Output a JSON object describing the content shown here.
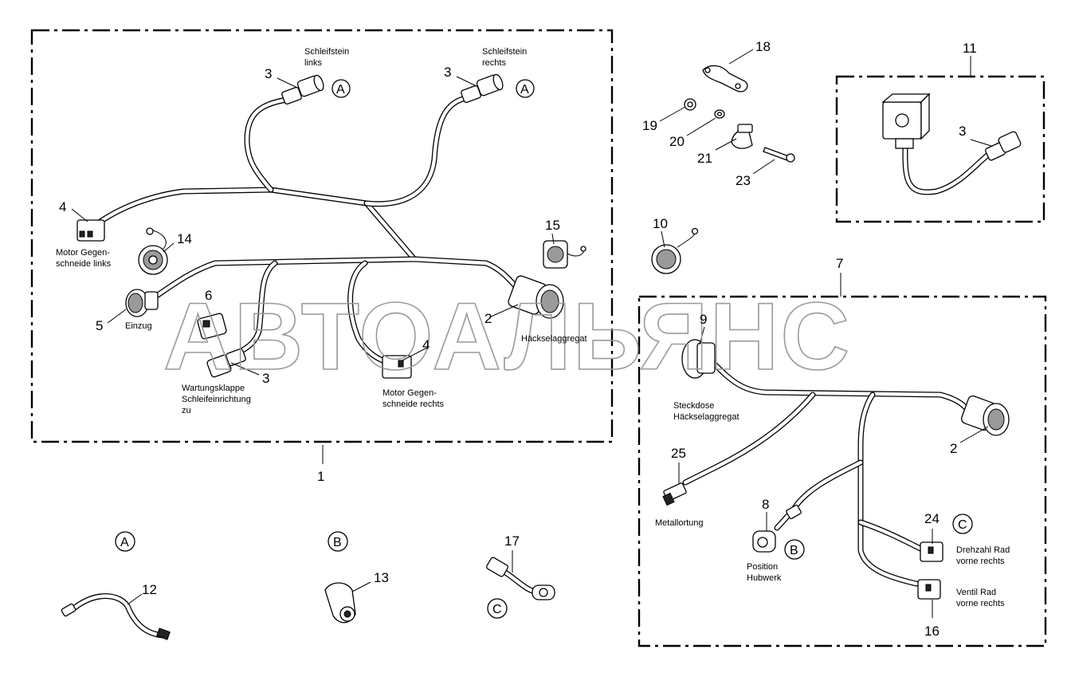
{
  "watermark": "АВТОАЛЬЯНС",
  "callouts": {
    "n1": "1",
    "n2a": "2",
    "n2b": "2",
    "n3a": "3",
    "n3b": "3",
    "n3c": "3",
    "n3d": "3",
    "n4a": "4",
    "n4b": "4",
    "n5": "5",
    "n6": "6",
    "n7": "7",
    "n8": "8",
    "n9": "9",
    "n10": "10",
    "n11": "11",
    "n12": "12",
    "n13": "13",
    "n14": "14",
    "n15": "15",
    "n16": "16",
    "n17": "17",
    "n18": "18",
    "n19": "19",
    "n20": "20",
    "n21": "21",
    "n23": "23",
    "n24": "24",
    "n25": "25"
  },
  "markers": {
    "a": "A",
    "b": "B",
    "c": "C"
  },
  "labels": {
    "schleifstein_links_1": "Schleifstein",
    "schleifstein_links_2": "links",
    "schleifstein_rechts_1": "Schleifstein",
    "schleifstein_rechts_2": "rechts",
    "motor_links_1": "Motor Gegen-",
    "motor_links_2": "schneide links",
    "einzug": "Einzug",
    "wartung_1": "Wartungsklappe",
    "wartung_2": "Schleifeinrichtung",
    "wartung_3": "zu",
    "motor_rechts_1": "Motor Gegen-",
    "motor_rechts_2": "schneide rechts",
    "haeckselaggregat": "Häckselaggregat",
    "steckdose_1": "Steckdose",
    "steckdose_2": "Häckselaggregat",
    "metallortung": "Metallortung",
    "position_1": "Position",
    "position_2": "Hubwerk",
    "drehzahl_1": "Drehzahl Rad",
    "drehzahl_2": "vorne rechts",
    "ventil_1": "Ventil Rad",
    "ventil_2": "vorne rechts"
  }
}
